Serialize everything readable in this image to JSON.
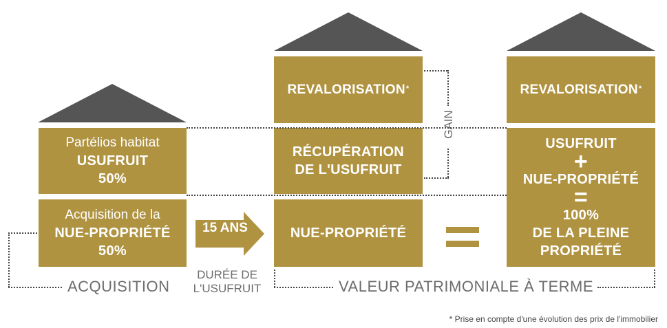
{
  "left": {
    "top_box": {
      "line1": "Partélios habitat",
      "line2": "USUFRUIT",
      "line3": "50%"
    },
    "bottom_box": {
      "line1": "Acquisition de la",
      "line2": "NUE-PROPRIÉTÉ",
      "line3": "50%"
    }
  },
  "arrow": {
    "label": "15 ANS",
    "caption_line1": "DURÉE DE",
    "caption_line2": "L'USUFRUIT"
  },
  "middle": {
    "top_box": {
      "label": "REVALORISATION",
      "mark": "*"
    },
    "middle_box": {
      "line1": "RÉCUPÉRATION",
      "line2": "DE L'USUFRUIT"
    },
    "bottom_box": {
      "label": "NUE-PROPRIÉTÉ"
    }
  },
  "gain_label": "GAIN",
  "equals_sign": "=",
  "right": {
    "top_box": {
      "label": "REVALORISATION",
      "mark": "*"
    },
    "main_box": {
      "line1": "USUFRUIT",
      "plus": "+",
      "line2": "NUE-PROPRIÉTÉ",
      "equals": "=",
      "line3": "100%",
      "line4": "DE LA PLEINE",
      "line5": "PROPRIÉTÉ"
    }
  },
  "captions": {
    "acquisition": "ACQUISITION",
    "valeur": "VALEUR PATRIMONIALE À TERME"
  },
  "footnote": "* Prise en compte d'une évolution des prix de l'immobilier",
  "colors": {
    "box": "#b09341",
    "roof": "#555555",
    "text_gray": "#6d6d6d"
  }
}
